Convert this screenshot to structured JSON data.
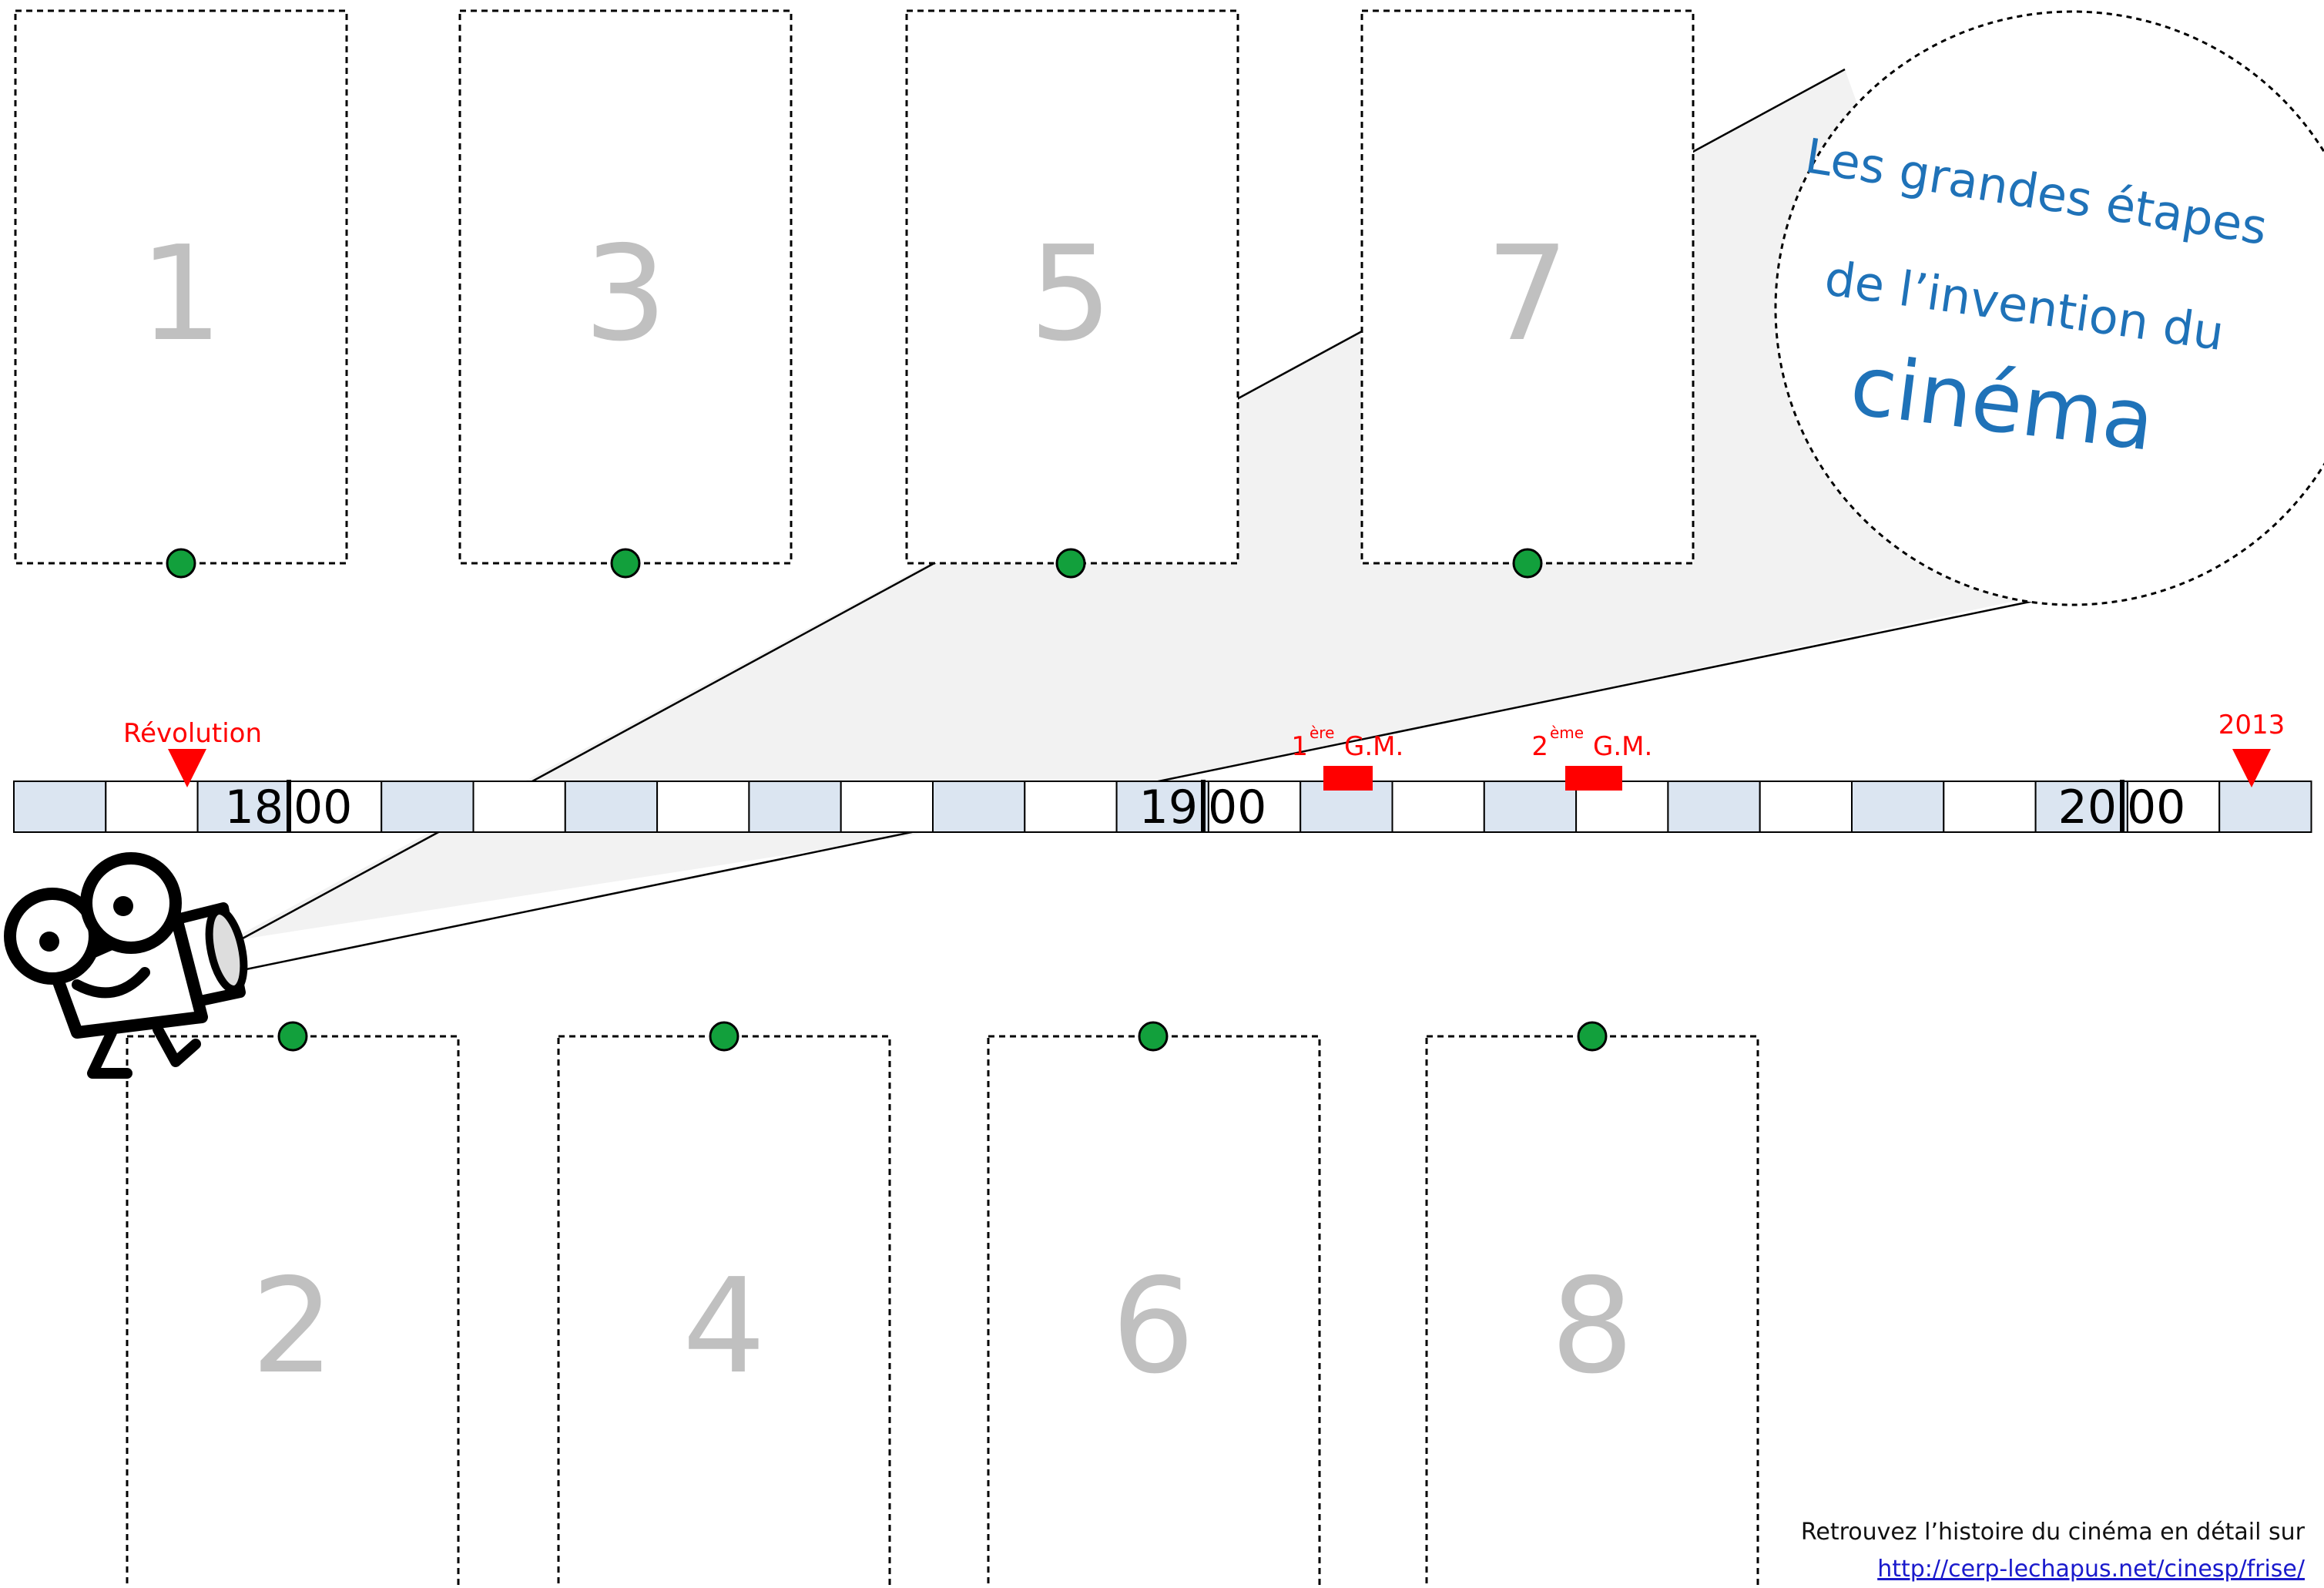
{
  "title": {
    "line1": "Les grandes étapes",
    "line2": "de l’invention du",
    "line3": "cinéma"
  },
  "cards": [
    {
      "label": "1",
      "row": "top"
    },
    {
      "label": "3",
      "row": "top"
    },
    {
      "label": "5",
      "row": "top"
    },
    {
      "label": "7",
      "row": "top"
    },
    {
      "label": "2",
      "row": "bottom"
    },
    {
      "label": "4",
      "row": "bottom"
    },
    {
      "label": "6",
      "row": "bottom"
    },
    {
      "label": "8",
      "row": "bottom"
    }
  ],
  "timeline": {
    "years": [
      {
        "left": "18",
        "right": "00"
      },
      {
        "left": "19",
        "right": "00"
      },
      {
        "left": "20",
        "right": "00"
      }
    ],
    "markers": {
      "revolution": "Révolution",
      "end_year": "2013",
      "ww1_num": "1",
      "ww1_sup": "ère",
      "ww1_label": "G.M.",
      "ww2_num": "2",
      "ww2_sup": "ème",
      "ww2_label": "G.M."
    }
  },
  "footer": {
    "credit": "Retrouvez l’histoire du cinéma en détail sur",
    "link": "http://cerp-lechapus.net/cinesp/frise/"
  },
  "colors": {
    "timeline_fill": "#dbe5f1",
    "dot": "#12a03c",
    "red": "#ff0000",
    "title": "#1f72b8",
    "card_number": "#c0c0c0"
  }
}
